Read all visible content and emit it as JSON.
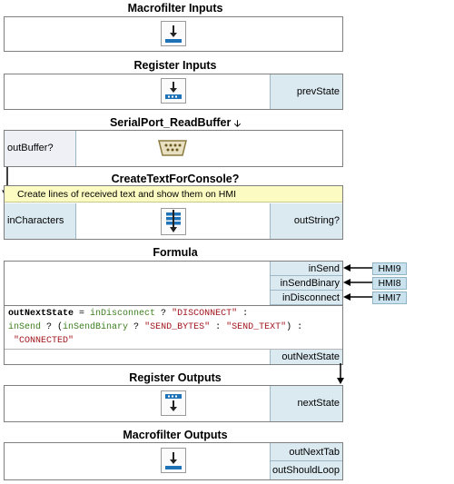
{
  "blocks": {
    "macro_in": {
      "title": "Macrofilter Inputs"
    },
    "reg_in": {
      "title": "Register Inputs",
      "output": "prevState"
    },
    "serial": {
      "title": "SerialPort_ReadBuffer",
      "output": "outBuffer?"
    },
    "create_text": {
      "title": "CreateTextForConsole?",
      "comment": "Create lines of received text and show them on HMI",
      "input": "inCharacters",
      "output": "outString?"
    },
    "formula": {
      "title": "Formula",
      "inputs": [
        "inSend",
        "inSendBinary",
        "inDisconnect"
      ],
      "output": "outNextState",
      "code_line1_a": "outNextState",
      "code_line1_b": " = ",
      "code_line1_c": "inDisconnect",
      "code_line1_d": " ? ",
      "code_line1_e": "\"DISCONNECT\"",
      "code_line1_f": " :",
      "code_line2_a": "inSend",
      "code_line2_b": " ? (",
      "code_line2_c": "inSendBinary",
      "code_line2_d": " ? ",
      "code_line2_e": "\"SEND_BYTES\"",
      "code_line2_f": " : ",
      "code_line2_g": "\"SEND_TEXT\"",
      "code_line2_h": ") :",
      "code_line3": "\"CONNECTED\""
    },
    "reg_out": {
      "title": "Register Outputs",
      "input": "nextState"
    },
    "macro_out": {
      "title": "Macrofilter Outputs",
      "outputs": [
        "outNextTab",
        "outShouldLoop"
      ]
    }
  },
  "hmi": [
    "HMI9",
    "HMI8",
    "HMI7"
  ],
  "icons": {
    "input": "down-arrow-into-bar-icon",
    "register": "register-down-arrow-icon",
    "serial": "serial-port-icon",
    "array": "array-down-arrow-icon",
    "dropdown": "small-down-arrow-icon"
  },
  "colors": {
    "port": "#dbeaf1",
    "comment": "#fcfcc2",
    "hmi": "#c9e2ee",
    "icon_blue": "#1e73b8"
  }
}
